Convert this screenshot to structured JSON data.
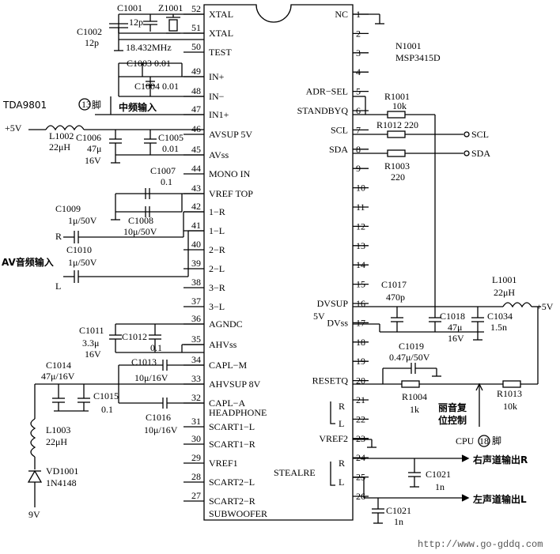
{
  "ic": {
    "ref": "N1001",
    "part": "MSP3415D",
    "left_pins": [
      {
        "num": "52",
        "name": "XTAL"
      },
      {
        "num": "51",
        "name": "XTAL"
      },
      {
        "num": "50",
        "name": "TEST"
      },
      {
        "num": "49",
        "name": "IN+"
      },
      {
        "num": "48",
        "name": "IN−"
      },
      {
        "num": "47",
        "name": "IN1+"
      },
      {
        "num": "46",
        "name": "AVSUP 5V"
      },
      {
        "num": "45",
        "name": "AVss"
      },
      {
        "num": "44",
        "name": "MONO IN"
      },
      {
        "num": "43",
        "name": "VREF TOP"
      },
      {
        "num": "42",
        "name": "1−R"
      },
      {
        "num": "41",
        "name": "1−L"
      },
      {
        "num": "40",
        "name": "2−R"
      },
      {
        "num": "39",
        "name": "2−L"
      },
      {
        "num": "38",
        "name": "3−R"
      },
      {
        "num": "37",
        "name": "3−L"
      },
      {
        "num": "36",
        "name": "AGNDC"
      },
      {
        "num": "35",
        "name": "AHVss"
      },
      {
        "num": "34",
        "name": "CAPL−M"
      },
      {
        "num": "33",
        "name": "AHVSUP 8V"
      },
      {
        "num": "32",
        "name": "CAPL−A"
      },
      {
        "num": "",
        "name": "HEADPHONE"
      },
      {
        "num": "31",
        "name": "SCART1−L"
      },
      {
        "num": "30",
        "name": "SCART1−R"
      },
      {
        "num": "29",
        "name": "VREF1"
      },
      {
        "num": "28",
        "name": "SCART2−L"
      },
      {
        "num": "27",
        "name": "SCART2−R"
      },
      {
        "num": "",
        "name": "SUBWOOFER"
      }
    ],
    "right_pins": [
      {
        "num": "1",
        "name": "NC"
      },
      {
        "num": "2",
        "name": ""
      },
      {
        "num": "3",
        "name": ""
      },
      {
        "num": "4",
        "name": ""
      },
      {
        "num": "5",
        "name": "ADR−SEL"
      },
      {
        "num": "6",
        "name": "STANDBYQ"
      },
      {
        "num": "7",
        "name": "SCL"
      },
      {
        "num": "8",
        "name": "SDA"
      },
      {
        "num": "9",
        "name": ""
      },
      {
        "num": "10",
        "name": ""
      },
      {
        "num": "11",
        "name": ""
      },
      {
        "num": "12",
        "name": ""
      },
      {
        "num": "13",
        "name": ""
      },
      {
        "num": "14",
        "name": ""
      },
      {
        "num": "15",
        "name": ""
      },
      {
        "num": "16",
        "name": "DVSUP"
      },
      {
        "num": "17",
        "name": "DVss"
      },
      {
        "num": "18",
        "name": ""
      },
      {
        "num": "19",
        "name": ""
      },
      {
        "num": "20",
        "name": "RESETQ"
      },
      {
        "num": "21",
        "name": ""
      },
      {
        "num": "22",
        "name": ""
      },
      {
        "num": "23",
        "name": "VREF2"
      },
      {
        "num": "24",
        "name": ""
      },
      {
        "num": "25",
        "name": ""
      },
      {
        "num": "26",
        "name": ""
      }
    ],
    "dvsup_volt": "5V",
    "steal_label": "STEALRE",
    "r_label": "R",
    "l_label": "L",
    "r_label2": "R",
    "l_label2": "L"
  },
  "components": {
    "c1001": {
      "ref": "C1001",
      "val": "12p"
    },
    "z1001": {
      "ref": "Z1001"
    },
    "c1002": {
      "ref": "C1002",
      "val": "12p"
    },
    "xtal_freq": "18.432MHz",
    "c1003": {
      "ref": "C1003",
      "val": "0.01"
    },
    "c1004": {
      "ref": "C1004",
      "val": "0.01"
    },
    "tda_label": "TDA9801",
    "tda_pin": "13",
    "tda_suffix": "脚",
    "if_input": "中频输入",
    "plus5v_left": "+5V",
    "l1002": {
      "ref": "L1002",
      "val": "22μH"
    },
    "c1006": {
      "ref": "C1006",
      "val1": "47μ",
      "val2": "16V"
    },
    "c1005": {
      "ref": "C1005",
      "val": "0.01"
    },
    "c1007": {
      "ref": "C1007",
      "val": "0.1"
    },
    "c1009": {
      "ref": "C1009",
      "val": "1μ/50V"
    },
    "c1008": {
      "ref": "C1008",
      "val": "10μ/50V"
    },
    "c1010": {
      "ref": "C1010",
      "val": "1μ/50V"
    },
    "av_input": "AV音频输入",
    "av_r": "R",
    "av_l": "L",
    "c1011": {
      "ref": "C1011",
      "val1": "3.3μ",
      "val2": "16V"
    },
    "c1012": {
      "ref": "C1012",
      "val": "0.1"
    },
    "c1013": {
      "ref": "C1013",
      "val": "10μ/16V"
    },
    "c1014": {
      "ref": "C1014",
      "val": "47μ/16V"
    },
    "c1015": {
      "ref": "C1015",
      "val": "0.1"
    },
    "c1016": {
      "ref": "C1016",
      "val": "10μ/16V"
    },
    "l1003": {
      "ref": "L1003",
      "val": "22μH"
    },
    "vd1001": {
      "ref": "VD1001",
      "val": "1N4148"
    },
    "nine_v": "9V",
    "r1001": {
      "ref": "R1001",
      "val": "10k"
    },
    "r1012": {
      "ref": "R1012",
      "val": "220"
    },
    "r1003": {
      "ref": "R1003",
      "val": "220"
    },
    "scl": "SCL",
    "sda": "SDA",
    "c1017": {
      "ref": "C1017",
      "val": "470p"
    },
    "l1001": {
      "ref": "L1001",
      "val": "22μH"
    },
    "plus5v_right": "+5V",
    "c1018": {
      "ref": "C1018",
      "val1": "47μ",
      "val2": "16V"
    },
    "c1034": {
      "ref": "C1034",
      "val": "1.5n"
    },
    "c1019": {
      "ref": "C1019",
      "val": "0.47μ/50V"
    },
    "r1004": {
      "ref": "R1004",
      "val": "1k"
    },
    "r1013": {
      "ref": "R1013",
      "val": "10k"
    },
    "reset_ctrl1": "丽音复",
    "reset_ctrl2": "位控制",
    "cpu_label": "CPU",
    "cpu_pin": "18",
    "cpu_suffix": "脚",
    "c1021a": {
      "ref": "C1021",
      "val": "1n"
    },
    "c1021b": {
      "ref": "C1021",
      "val": "1n"
    },
    "right_out": "右声道输出R",
    "left_out": "左声道输出L"
  },
  "watermark": "http://www.go-gddq.com"
}
